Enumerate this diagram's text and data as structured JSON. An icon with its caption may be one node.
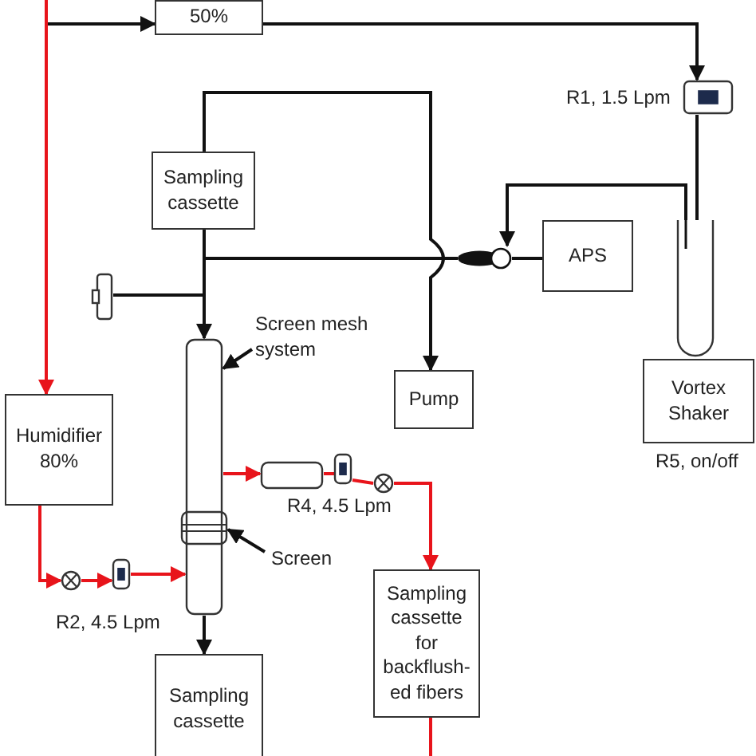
{
  "diagram": {
    "nodes": [
      {
        "text": [
          "50%"
        ]
      },
      {
        "text": [],
        "shape": "meter",
        "beside": [
          "R1, 1.5 Lpm"
        ]
      },
      {
        "text": [
          "Sampling cassette"
        ]
      },
      {
        "text": [
          "APS"
        ]
      },
      {
        "text": [],
        "shape": "nozzle"
      },
      {
        "text": [],
        "shape": "bar"
      },
      {
        "text": [],
        "shape": "cylinder"
      },
      {
        "text": [],
        "shape": "tube"
      },
      {
        "text": [
          "Pump"
        ]
      },
      {
        "text": [
          "Vortex Shaker"
        ],
        "beside": [
          "R5, on/off"
        ]
      },
      {
        "text": [
          "Humidifier 80%"
        ]
      },
      {
        "text": [
          "Screen mesh system"
        ]
      },
      {
        "text": [],
        "shape": "capsule"
      },
      {
        "text": [],
        "shape": "meter",
        "beside": [
          "R4, 4.5 Lpm"
        ]
      },
      {
        "text": [],
        "shape": "valve"
      },
      {
        "text": [],
        "shape": "band"
      },
      {
        "text": [
          "Screen"
        ]
      },
      {
        "text": [],
        "shape": "valve"
      },
      {
        "text": [],
        "shape": "meter",
        "beside": [
          "R2, 4.5 Lpm"
        ]
      },
      {
        "text": [
          "Sampling cassette for backflush- ed fibers"
        ]
      },
      {
        "text": [
          "Sampling cassette"
        ]
      }
    ],
    "edges": [
      {
        "from": null,
        "to": 0,
        "arrow": "to"
      },
      {
        "from": null,
        "to": 10,
        "arrow": "to",
        "color": "#e8141b"
      },
      {
        "from": 0,
        "to": 1,
        "arrow": "to"
      },
      {
        "from": 1,
        "to": 7,
        "arrow": "none"
      },
      {
        "from": 7,
        "to": 4,
        "arrow": "to"
      },
      {
        "from": 3,
        "to": 4,
        "arrow": "none"
      },
      {
        "from": 4,
        "to": 6,
        "arrow": "to"
      },
      {
        "from": 5,
        "to": 6,
        "arrow": "none"
      },
      {
        "from": 6,
        "to": 2,
        "arrow": "none"
      },
      {
        "from": 2,
        "to": 8,
        "arrow": "to"
      },
      {
        "from": 10,
        "to": 17,
        "arrow": "to",
        "color": "#e8141b"
      },
      {
        "from": 17,
        "to": 18,
        "arrow": "to",
        "color": "#e8141b"
      },
      {
        "from": 18,
        "to": 6,
        "arrow": "to",
        "color": "#e8141b"
      },
      {
        "from": 6,
        "to": 12,
        "arrow": "to",
        "color": "#e8141b"
      },
      {
        "from": 12,
        "to": 13,
        "arrow": "none",
        "color": "#e8141b"
      },
      {
        "from": 13,
        "to": 14,
        "arrow": "none",
        "color": "#e8141b"
      },
      {
        "from": 14,
        "to": 19,
        "arrow": "to",
        "color": "#e8141b"
      },
      {
        "from": 19,
        "to": null,
        "arrow": "none",
        "color": "#e8141b"
      },
      {
        "from": 6,
        "to": 20,
        "arrow": "to"
      },
      {
        "from": 11,
        "to": 6,
        "arrow": "to"
      },
      {
        "from": 16,
        "to": 15,
        "arrow": "to"
      }
    ]
  }
}
